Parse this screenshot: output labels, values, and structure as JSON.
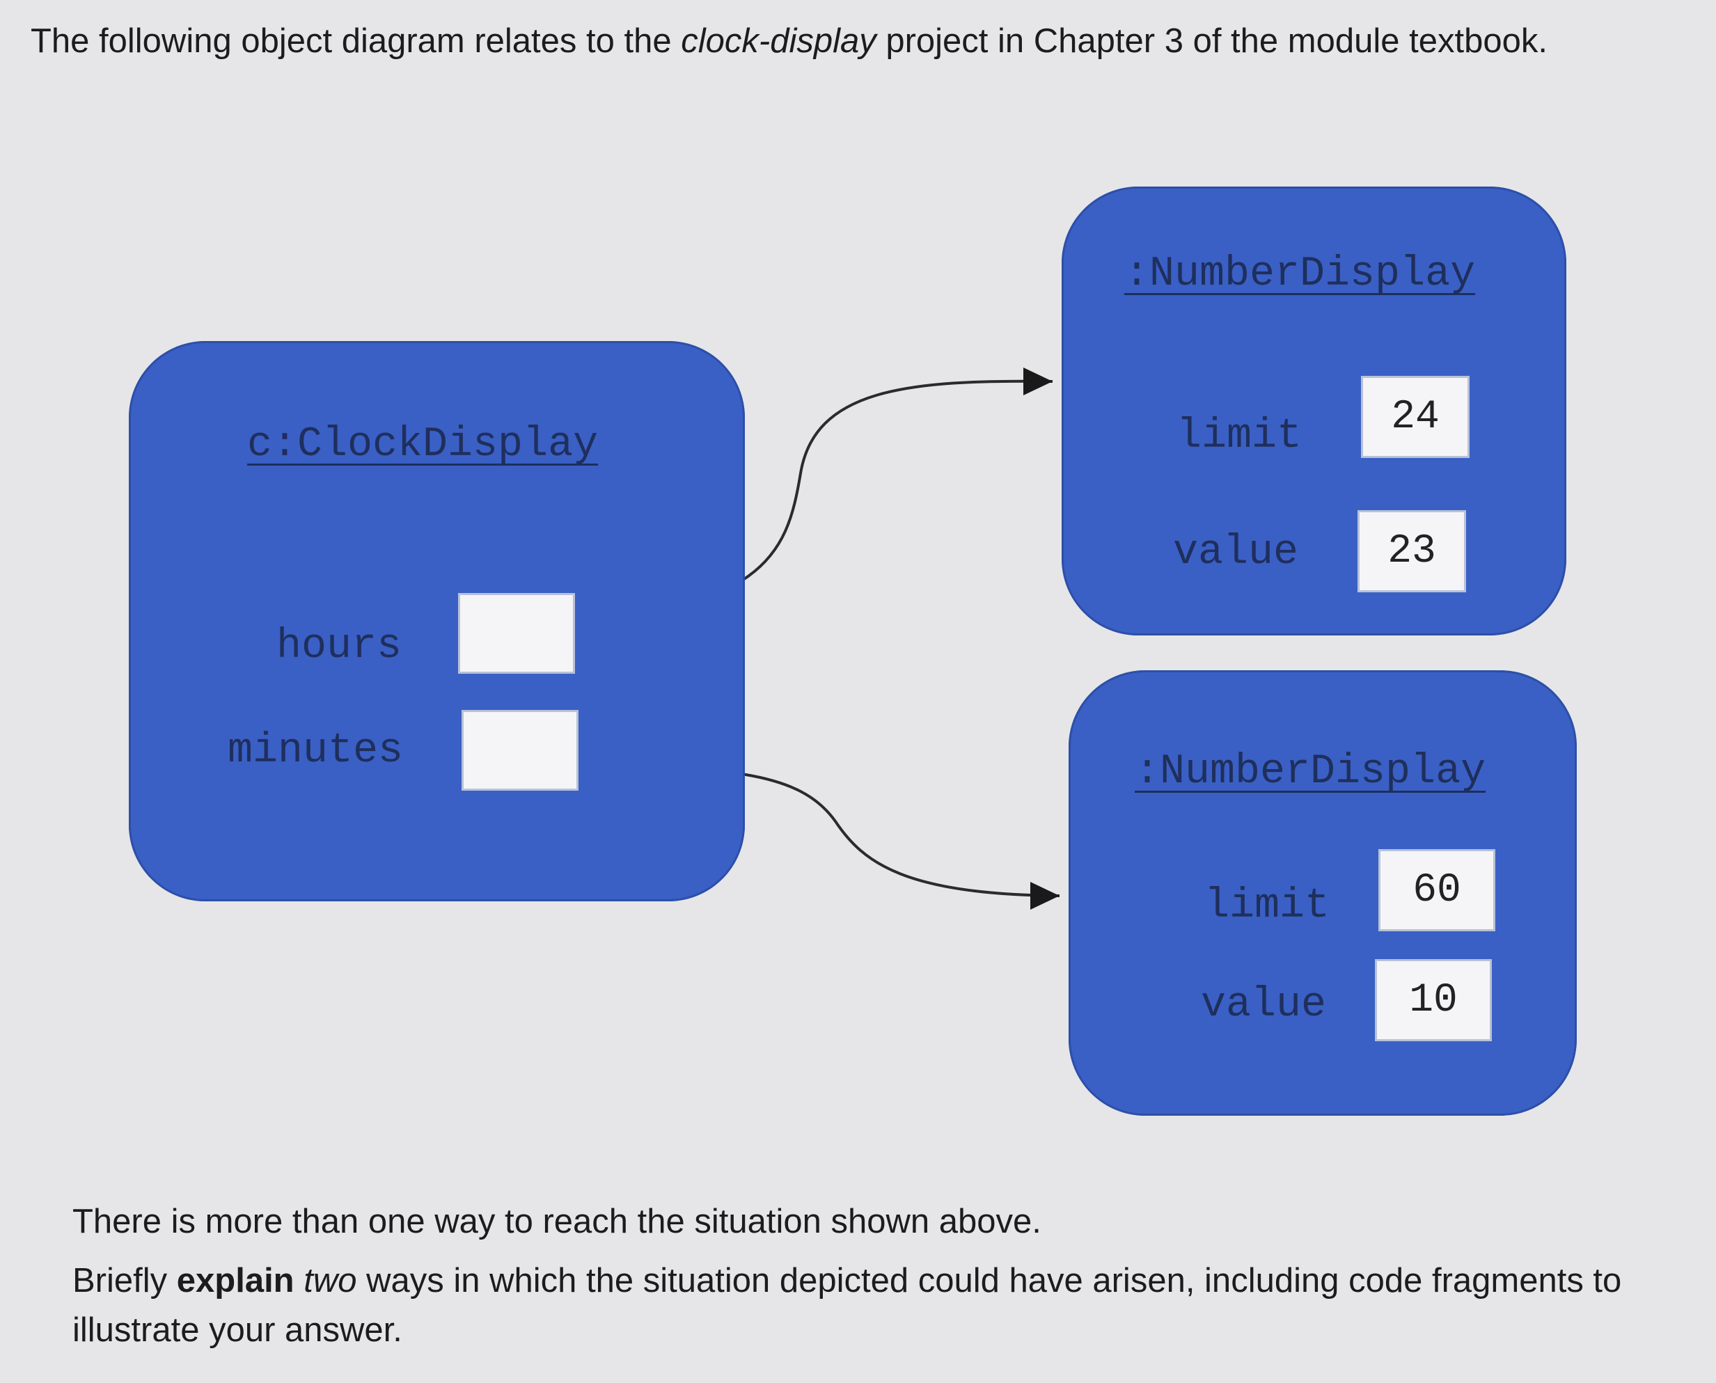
{
  "intro": {
    "before": "The following object diagram relates to the ",
    "project": "clock-display",
    "after": " project in Chapter 3 of the module textbook."
  },
  "diagram": {
    "clock": {
      "title": "c:ClockDisplay",
      "fields": [
        {
          "name": "hours",
          "value": ""
        },
        {
          "name": "minutes",
          "value": ""
        }
      ]
    },
    "displays": [
      {
        "title": ":NumberDisplay",
        "fields": [
          {
            "name": "limit",
            "value": "24"
          },
          {
            "name": "value",
            "value": "23"
          }
        ]
      },
      {
        "title": ":NumberDisplay",
        "fields": [
          {
            "name": "limit",
            "value": "60"
          },
          {
            "name": "value",
            "value": "10"
          }
        ]
      }
    ],
    "references": [
      {
        "from": "hours",
        "to": "displays.0"
      },
      {
        "from": "minutes",
        "to": "displays.1"
      }
    ]
  },
  "question": {
    "line1": "There is more than one way to reach the situation shown above.",
    "p2_a": "Briefly ",
    "p2_b": "explain",
    "p2_c": " ",
    "p2_d": "two",
    "p2_e": " ways in which the situation depicted could have arisen, including code fragments to illustrate your answer."
  }
}
